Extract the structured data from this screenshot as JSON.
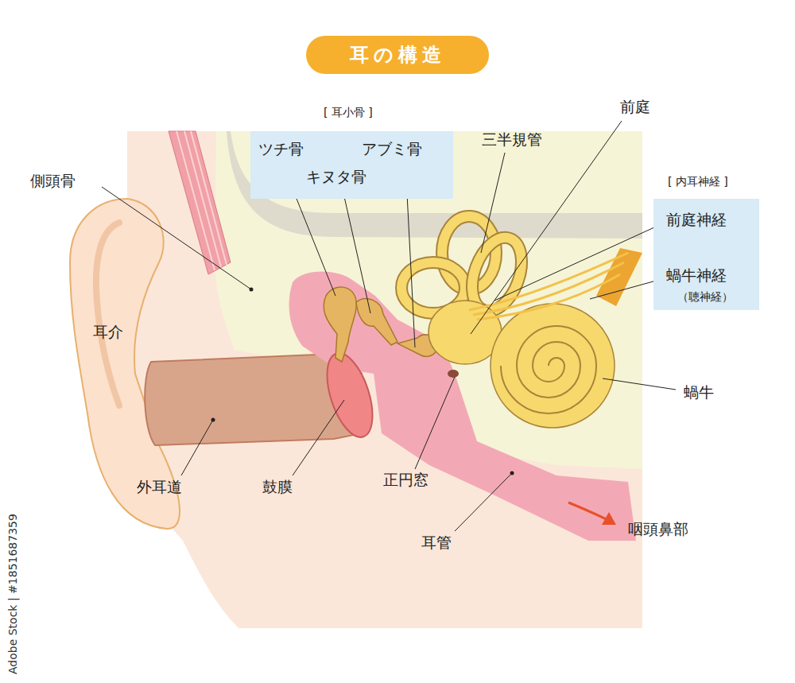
{
  "diagram": {
    "title": "耳の構造",
    "nodes": [
      {
        "text": [
          "[ 耳小骨 ]",
          "ツチ骨",
          "アブミ骨",
          "キヌタ骨"
        ]
      },
      {
        "text": [
          "[ 内耳神経 ]",
          "前庭神経",
          "蝸牛神経",
          "（聴神経）"
        ]
      }
    ],
    "edges": [],
    "labels": [
      "前庭",
      "三半規管",
      "側頭骨",
      "耳介",
      "蝸牛",
      "外耳道",
      "鼓膜",
      "正円窓",
      "咽頭鼻部",
      "耳管",
      "Adobe Stock | #1851687359"
    ]
  }
}
